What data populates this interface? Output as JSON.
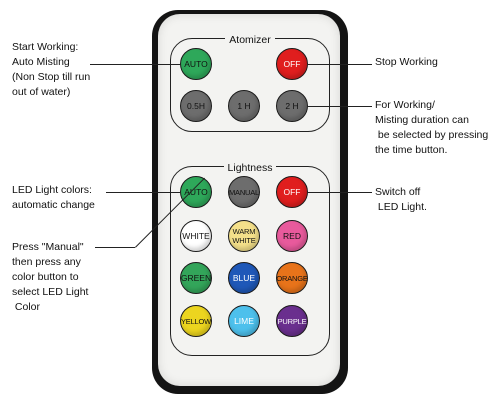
{
  "remote": {
    "atomizer": {
      "title": "Atomizer",
      "buttons": [
        {
          "label": "AUTO",
          "color": "#2ea85a",
          "text_color": "#111111"
        },
        {
          "label": "OFF",
          "color": "#e01e1e",
          "text_color": "#ffffff"
        },
        {
          "label": "0.5H",
          "color": "#6d6d6d",
          "text_color": "#111111"
        },
        {
          "label": "1 H",
          "color": "#6d6d6d",
          "text_color": "#111111"
        },
        {
          "label": "2 H",
          "color": "#6d6d6d",
          "text_color": "#111111"
        }
      ]
    },
    "lightness": {
      "title": "Lightness",
      "buttons": [
        {
          "label": "AUTO",
          "color": "#2ea85a",
          "text_color": "#111111"
        },
        {
          "label": "MANUAL",
          "color": "#6d6d6d",
          "text_color": "#111111"
        },
        {
          "label": "OFF",
          "color": "#e01e1e",
          "text_color": "#ffffff"
        },
        {
          "label": "WHITE",
          "color": "#ffffff",
          "text_color": "#111111"
        },
        {
          "label": "WARM WHITE",
          "color": "#f4e08a",
          "text_color": "#111111"
        },
        {
          "label": "RED",
          "color": "#e85a9c",
          "text_color": "#111111"
        },
        {
          "label": "GREEN",
          "color": "#33a55a",
          "text_color": "#111111"
        },
        {
          "label": "BLUE",
          "color": "#1f58b8",
          "text_color": "#ffffff"
        },
        {
          "label": "ORANGE",
          "color": "#e8731a",
          "text_color": "#111111"
        },
        {
          "label": "YELLOW",
          "color": "#ecd51f",
          "text_color": "#111111"
        },
        {
          "label": "LIME",
          "color": "#4dc0ec",
          "text_color": "#ffffff"
        },
        {
          "label": "PURPLE",
          "color": "#6a2f8e",
          "text_color": "#ffffff"
        }
      ]
    }
  },
  "annotations": {
    "start_working": [
      "Start Working:",
      "Auto Misting",
      "(Non Stop till run",
      "out of water)"
    ],
    "stop_working": [
      "Stop Working"
    ],
    "duration": [
      "For Working/",
      "Misting duration can",
      " be selected by pressing",
      "the time button."
    ],
    "led_auto": [
      "LED Light colors:",
      "automatic change"
    ],
    "led_off": [
      "Switch off",
      " LED Light."
    ],
    "manual": [
      "Press \"Manual\"",
      "then press any",
      "color button to",
      "select LED Light",
      " Color"
    ]
  }
}
